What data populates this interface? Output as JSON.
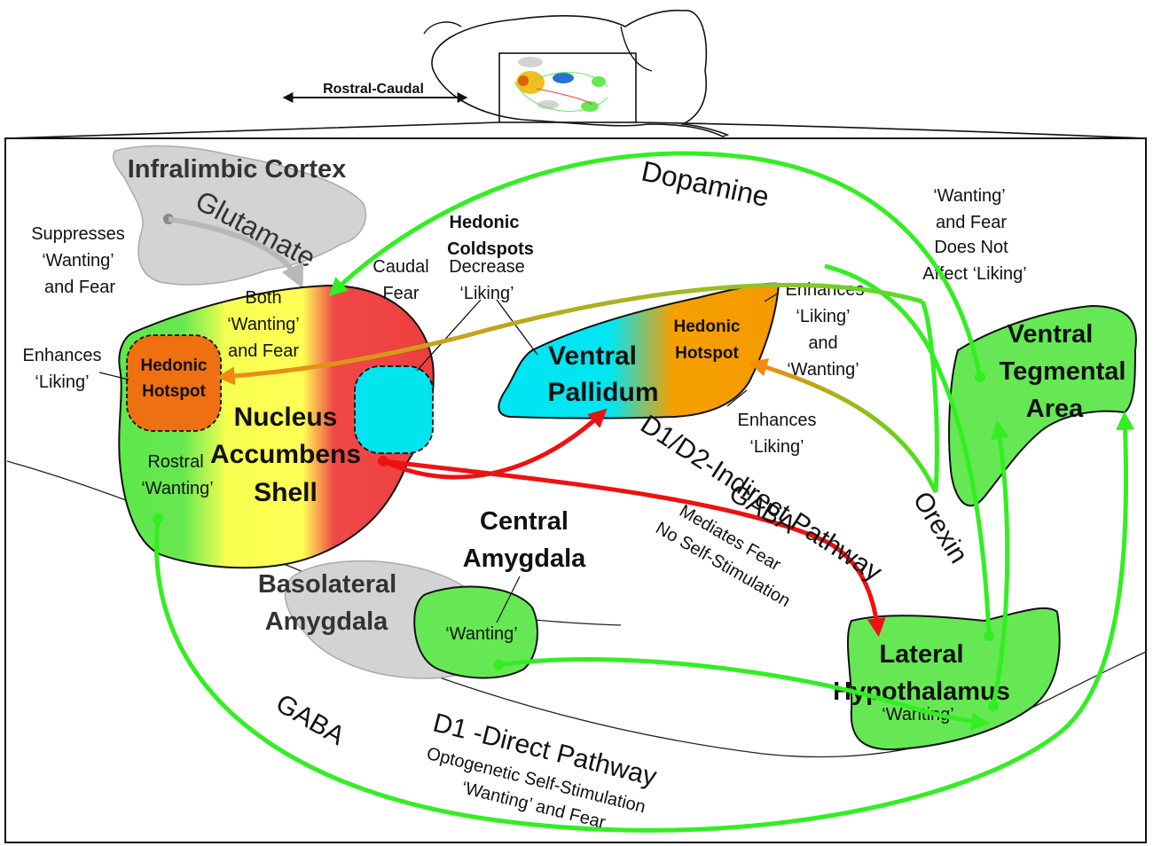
{
  "header": {
    "axis_label": "Rostral-Caudal"
  },
  "regions": {
    "infralimbic": {
      "title": "Infralimbic Cortex",
      "transmitter": "Glutamate"
    },
    "nacc": {
      "line1": "Nucleus",
      "line2": "Accumbens",
      "line3": "Shell"
    },
    "nacc_hotspot": {
      "line1": "Hedonic",
      "line2": "Hotspot"
    },
    "ventral_pallidum": {
      "line1": "Ventral",
      "line2": "Pallidum"
    },
    "vp_hotspot": {
      "line1": "Hedonic",
      "line2": "Hotspot"
    },
    "vta": {
      "line1": "Ventral",
      "line2": "Tegmental",
      "line3": "Area"
    },
    "central_amygdala": {
      "line1": "Central",
      "line2": "Amygdala",
      "inner": "‘Wanting’"
    },
    "basolateral_amygdala": {
      "line1": "Basolateral",
      "line2": "Amygdala"
    },
    "lateral_hypothalamus": {
      "line1": "Lateral",
      "line2": "Hypothalamus",
      "inner": "‘Wanting’"
    }
  },
  "labels": {
    "suppresses": [
      "Suppresses",
      "‘Wanting’",
      "and Fear"
    ],
    "both": [
      "Both",
      "‘Wanting’",
      "and Fear"
    ],
    "caudal_fear": [
      "Caudal",
      "Fear"
    ],
    "rostral_wanting": [
      "Rostral",
      "‘Wanting’"
    ],
    "enhances_liking_left": [
      "Enhances",
      "‘Liking’"
    ],
    "coldspots_title": [
      "Hedonic",
      "Coldspots"
    ],
    "coldspots_desc": [
      "Decrease",
      "‘Liking’"
    ],
    "vp_enhances_right": [
      "Enhances",
      "‘Liking’",
      "and",
      "‘Wanting’"
    ],
    "vp_enhances_bottom": [
      "Enhances",
      "‘Liking’"
    ],
    "vta_note": [
      "‘Wanting’",
      "and Fear",
      "Does Not",
      "Affect ‘Liking’"
    ],
    "dopamine": "Dopamine",
    "orexin": "Orexin",
    "indirect_pathway": "D1/D2-Indirect Pathway",
    "indirect_gaba": "GABA",
    "indirect_desc": [
      "Mediates Fear",
      "No Self-Stimulation"
    ],
    "gaba_bottom": "GABA",
    "direct_pathway": "D1 -Direct Pathway",
    "direct_desc": [
      "Optogenetic Self-Stimulation",
      "‘Wanting’ and Fear"
    ]
  },
  "colors": {
    "pathway_green": "#33ee22",
    "pathway_red": "#ee1111",
    "region_green": "#66e855",
    "hotspot_orange": "#f59a00",
    "coldspot_cyan": "#00e5ee",
    "cortex_gray": "#d3d3d3",
    "nacc_red": "#f04040",
    "nacc_yellow": "#ffff55"
  }
}
